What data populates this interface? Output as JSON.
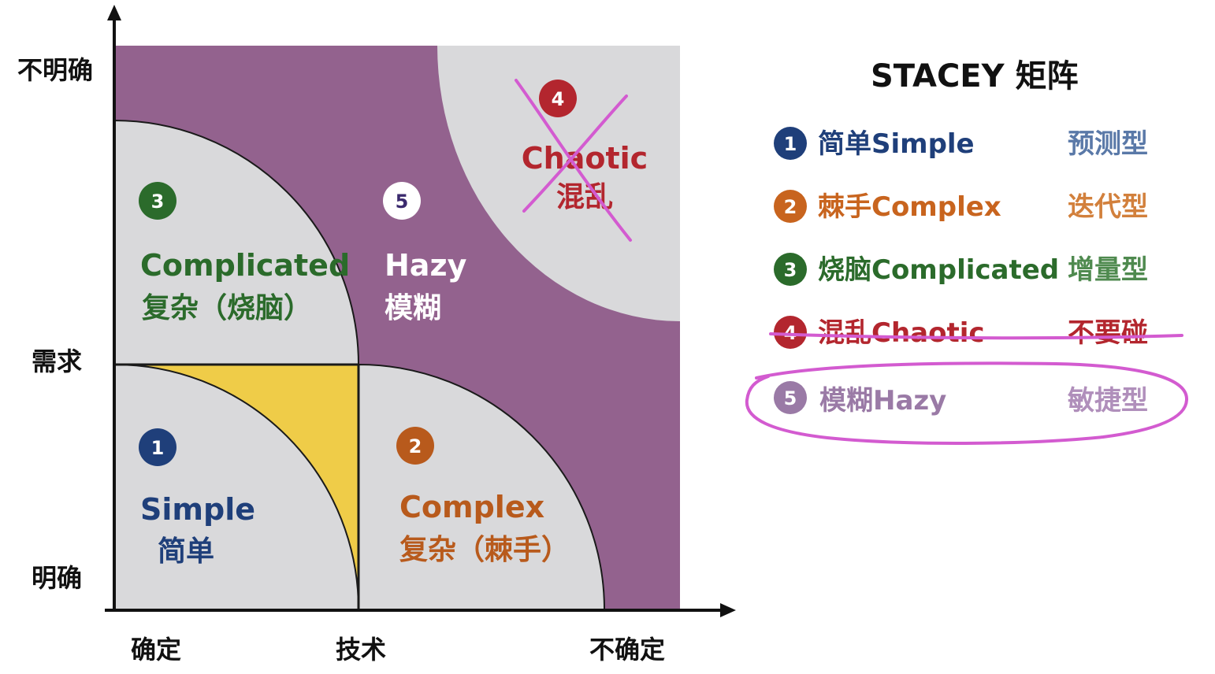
{
  "axes": {
    "y_top": "不明确",
    "y_mid": "需求",
    "y_bottom": "明确",
    "x_left": "确定",
    "x_mid": "技术",
    "x_right": "不确定"
  },
  "regions": {
    "simple": {
      "number": "1",
      "en": "Simple",
      "zh": "简单",
      "color": "#1f3f7a"
    },
    "complex": {
      "number": "2",
      "en": "Complex",
      "zh": "复杂（棘手）",
      "color": "#b85a1c"
    },
    "complicated": {
      "number": "3",
      "en": "Complicated",
      "zh": "复杂（烧脑）",
      "color": "#2b6b2b"
    },
    "chaotic": {
      "number": "4",
      "en": "Chaotic",
      "zh": "混乱",
      "color": "#b3262e"
    },
    "hazy": {
      "number": "5",
      "en": "Hazy",
      "zh": "模糊",
      "color": "#ffffff"
    }
  },
  "legend": {
    "title": "STACEY 矩阵",
    "items": [
      {
        "number": "1",
        "name": "简单Simple",
        "type": "预测型",
        "color": "#1f3f7a"
      },
      {
        "number": "2",
        "name": "棘手Complex",
        "type": "迭代型",
        "color": "#c8641e"
      },
      {
        "number": "3",
        "name": "烧脑Complicated",
        "type": "增量型",
        "color": "#2b6b2b"
      },
      {
        "number": "4",
        "name": "混乱Chaotic",
        "type": "不要碰",
        "color": "#b3262e"
      },
      {
        "number": "5",
        "name": "模糊Hazy",
        "type": "敏捷型",
        "color": "#9a7aa6"
      }
    ]
  },
  "colors": {
    "purple": "#93628e",
    "gray": "#d9d9db",
    "yellow": "#efcc48",
    "annotation": "#d35bd0"
  }
}
